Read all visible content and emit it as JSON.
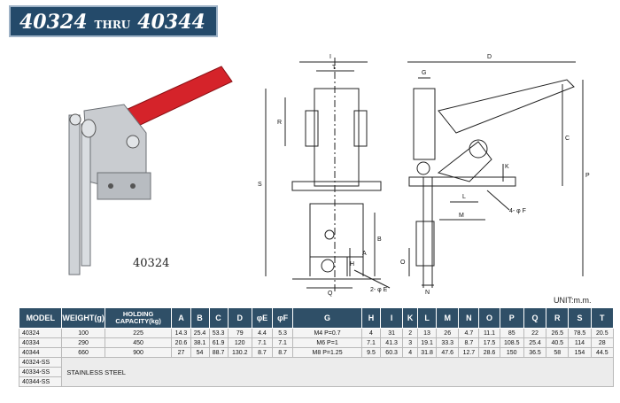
{
  "banner": {
    "model_from": "40324",
    "thru": "THRU",
    "model_to": "40344"
  },
  "photo": {
    "caption": "40324"
  },
  "drawing_labels": {
    "I": "I",
    "T": "T",
    "R": "R",
    "S": "S",
    "H": "H",
    "A": "A",
    "B": "B",
    "Q": "Q",
    "E": "2- φ E",
    "D": "D",
    "G": "G",
    "C": "C",
    "P": "P",
    "K": "K",
    "L": "L",
    "M": "M",
    "F": "4- φ F",
    "O": "O",
    "N": "N"
  },
  "unit": "UNIT:m.m.",
  "table": {
    "headers": [
      "MODEL",
      "WEIGHT(g)",
      "HOLDING\nCAPACITY(kg)",
      "A",
      "B",
      "C",
      "D",
      "φE",
      "φF",
      "G",
      "H",
      "I",
      "K",
      "L",
      "M",
      "N",
      "O",
      "P",
      "Q",
      "R",
      "S",
      "T"
    ],
    "rows": [
      [
        "40324",
        "100",
        "225",
        "14.3",
        "25.4",
        "53.3",
        "79",
        "4.4",
        "5.3",
        "M4 P=0.7",
        "4",
        "31",
        "2",
        "13",
        "26",
        "4.7",
        "11.1",
        "85",
        "22",
        "26.5",
        "78.5",
        "20.5"
      ],
      [
        "40334",
        "290",
        "450",
        "20.6",
        "38.1",
        "61.9",
        "120",
        "7.1",
        "7.1",
        "M6 P=1",
        "7.1",
        "41.3",
        "3",
        "19.1",
        "33.3",
        "8.7",
        "17.5",
        "108.5",
        "25.4",
        "40.5",
        "114",
        "28"
      ],
      [
        "40344",
        "660",
        "900",
        "27",
        "54",
        "88.7",
        "130.2",
        "8.7",
        "8.7",
        "M8 P=1.25",
        "9.5",
        "60.3",
        "4",
        "31.8",
        "47.6",
        "12.7",
        "28.6",
        "150",
        "36.5",
        "58",
        "154",
        "44.5"
      ]
    ],
    "ss_models": [
      "40324-SS",
      "40334-SS",
      "40344-SS"
    ],
    "ss_note": "STAINLESS STEEL"
  },
  "colors": {
    "banner_bg": "#244a6a",
    "header_bg": "#2f4f67",
    "handle_red": "#d5232a"
  }
}
